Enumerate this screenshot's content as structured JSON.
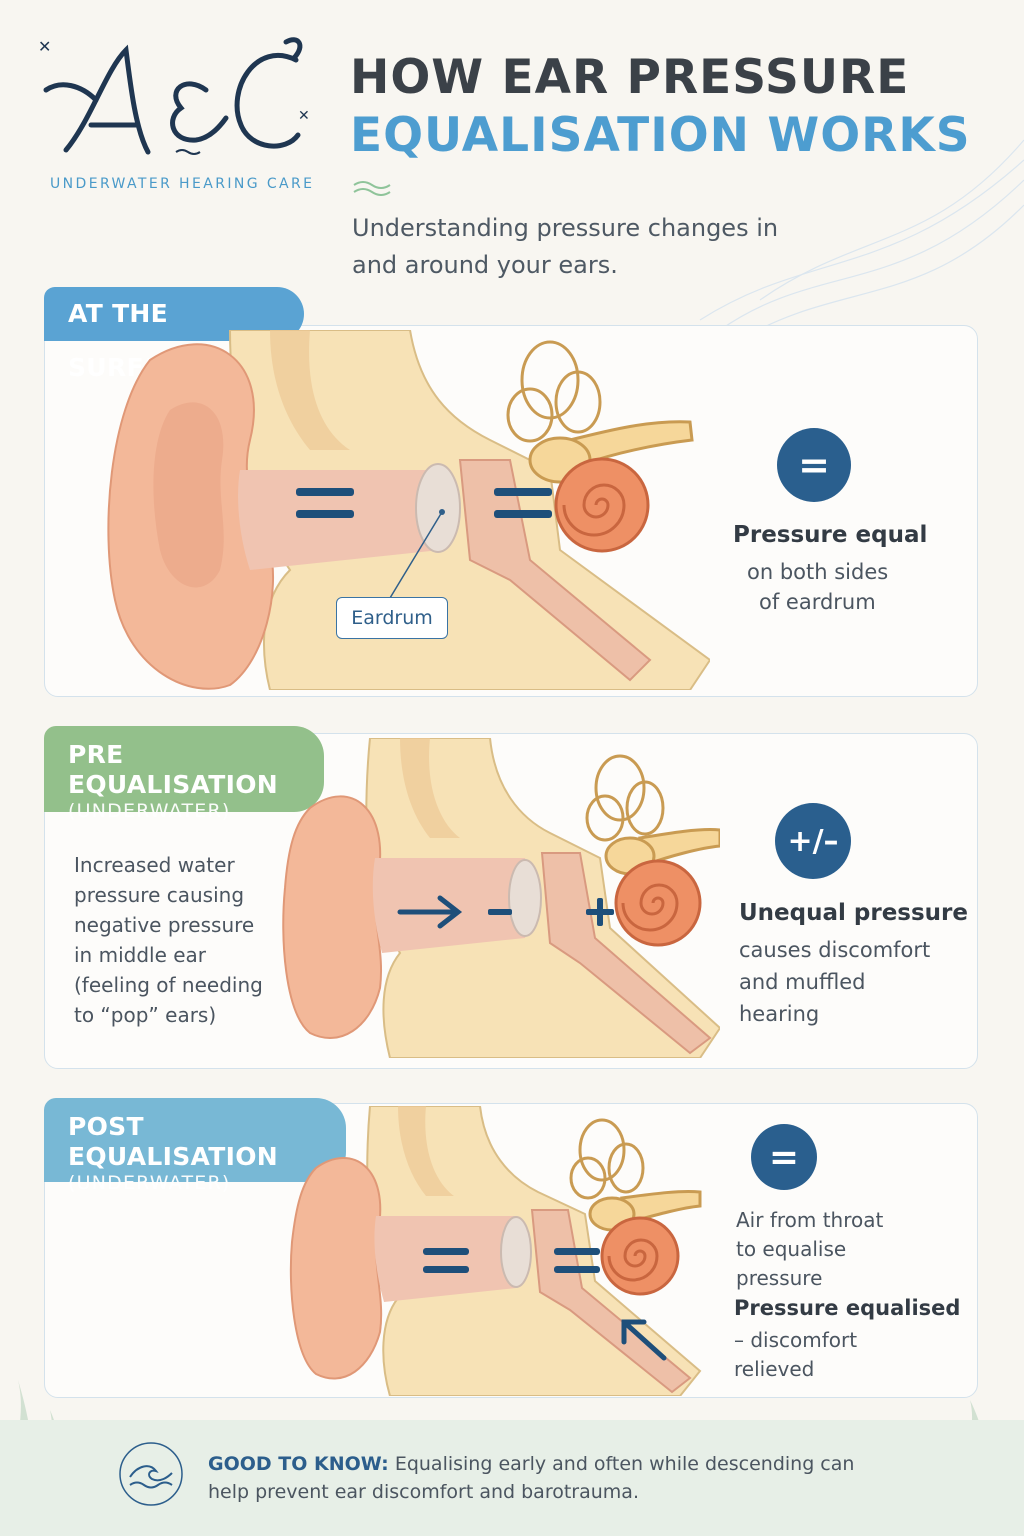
{
  "brand": {
    "logo_text": "A&C",
    "tagline": "UNDERWATER HEARING CARE"
  },
  "header": {
    "title_line1": "HOW EAR PRESSURE",
    "title_line2": "EQUALISATION WORKS",
    "subtitle": "Understanding pressure changes in and around your ears."
  },
  "sections": [
    {
      "tab_title": "AT THE SURFACE",
      "tab_subtitle": "",
      "symbol": "=",
      "heading": "Pressure equal",
      "description_lines": [
        "on both sides",
        "of eardrum"
      ],
      "callout_label": "Eardrum"
    },
    {
      "tab_title": "PRE EQUALISATION",
      "tab_subtitle": "(UNDERWATER)",
      "symbol": "+/–",
      "left_text_lines": [
        "Increased water",
        "pressure causing",
        "negative pressure",
        "in middle ear",
        "(feeling of needing",
        "to “pop” ears)"
      ],
      "heading": "Unequal pressure",
      "description_lines": [
        "causes discomfort",
        "and muffled",
        "hearing"
      ]
    },
    {
      "tab_title": "POST EQUALISATION",
      "tab_subtitle": "(UNDERWATER)",
      "symbol": "=",
      "pre_lines": [
        "Air from throat",
        "to equalise",
        "pressure"
      ],
      "heading": "Pressure equalised",
      "description_lines": [
        "– discomfort",
        "relieved"
      ]
    }
  ],
  "footer": {
    "label": "GOOD TO KNOW:",
    "text": "Equalising early and often while descending can help prevent ear discomfort and barotrauma."
  },
  "colors": {
    "primary_blue": "#4d9dd0",
    "navy": "#2a5f8e",
    "green_tab": "#93c08b",
    "teal_tab": "#78b8d5",
    "skin": "#f3b899",
    "cochlea": "#e9815a"
  },
  "icons": [
    "wave-icon",
    "equal-icon",
    "plus-minus-icon",
    "arrow-right-icon",
    "arrow-up-left-icon",
    "sparkle-icon"
  ]
}
